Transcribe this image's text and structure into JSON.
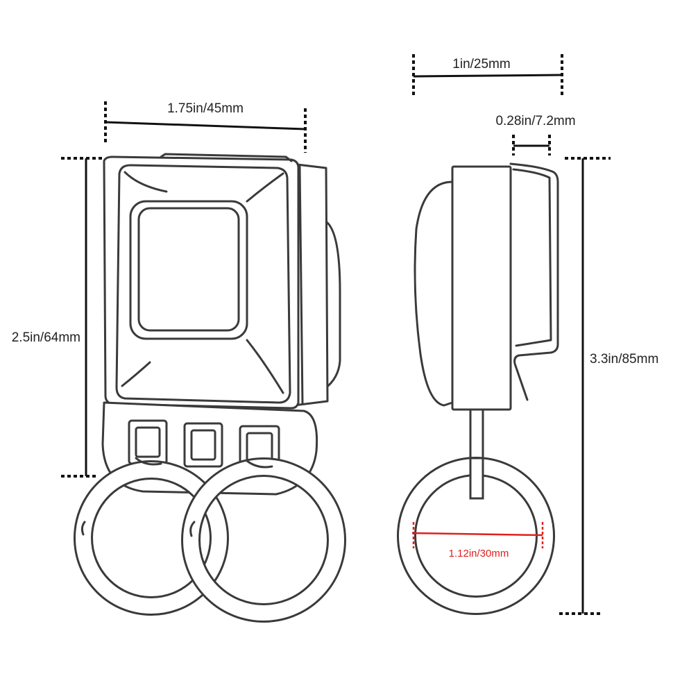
{
  "dimensions": {
    "front_width": "1.75in/45mm",
    "front_height": "2.5in/64mm",
    "side_width": "1in/25mm",
    "side_thickness": "0.28in/7.2mm",
    "total_height": "3.3in/85mm",
    "ring_diameter": "1.12in/30mm"
  },
  "colors": {
    "outline": "#3a3a3a",
    "dimension": "#111111",
    "ring_measure": "#e0201b"
  }
}
